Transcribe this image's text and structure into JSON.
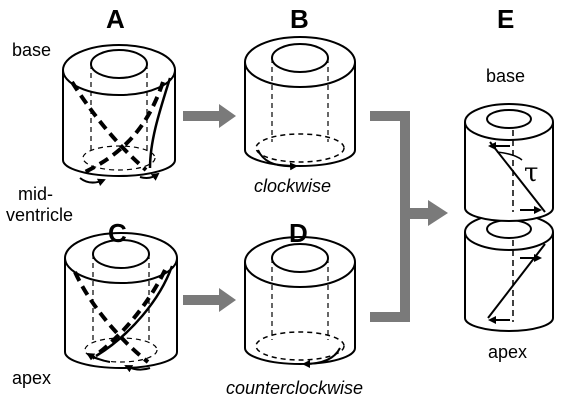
{
  "panels": {
    "a": "A",
    "b": "B",
    "c": "C",
    "d": "D",
    "e": "E"
  },
  "labels": {
    "base_left": "base",
    "mid_line1": "mid-",
    "mid_line2": "ventricle",
    "apex_left": "apex",
    "clockwise": "clockwise",
    "counterclockwise": "counterclockwise",
    "base_right": "base",
    "apex_right": "apex",
    "tau": "τ"
  },
  "colors": {
    "stroke": "#000000",
    "arrow_gray": "#7a7a7a",
    "background": "#ffffff"
  }
}
